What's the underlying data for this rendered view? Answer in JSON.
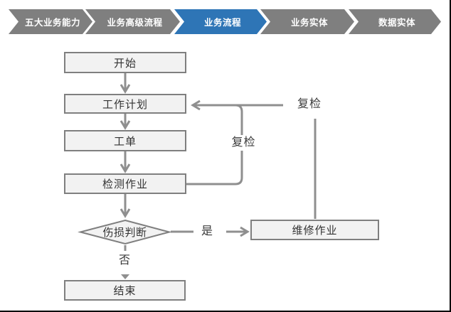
{
  "tabs": {
    "items": [
      {
        "label": "五大业务能力",
        "active": false
      },
      {
        "label": "业务高级流程",
        "active": false
      },
      {
        "label": "业务流程",
        "active": true
      },
      {
        "label": "业务实体",
        "active": false
      },
      {
        "label": "数据实体",
        "active": false
      }
    ]
  },
  "flowchart": {
    "nodes": {
      "start": "开始",
      "plan": "工作计划",
      "order": "工单",
      "inspect": "检测作业",
      "decision": "伤损判断",
      "repair": "维修作业",
      "end": "结束"
    },
    "labels": {
      "yes": "是",
      "no": "否",
      "recheck_inner": "复检",
      "recheck_outer": "复检"
    }
  },
  "colors": {
    "tab_gray": "#7F7F7F",
    "tab_active_blue": "#2E75B6",
    "tab_text": "#FFFFFF",
    "shape_fill": "#F2F2F2",
    "shape_border": "#7F7F7F",
    "connector_gray": "#8F8F8F",
    "page_border": "#000000"
  }
}
